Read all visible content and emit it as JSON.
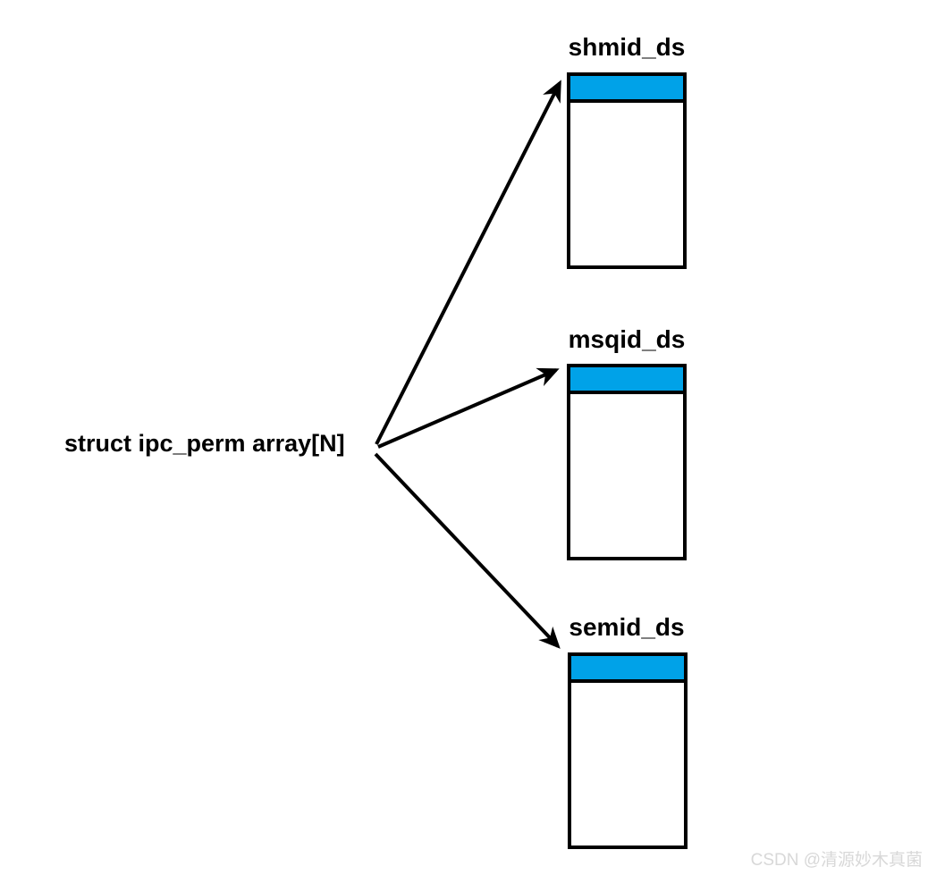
{
  "diagram": {
    "source_label": "struct ipc_perm array[N]",
    "structs": [
      {
        "title": "shmid_ds"
      },
      {
        "title": "msqid_ds"
      },
      {
        "title": "semid_ds"
      }
    ],
    "colors": {
      "header_fill": "#00A2E8",
      "line": "#000000",
      "box_fill": "#FFFFFF"
    }
  },
  "watermark": {
    "text": "CSDN @清源妙木真菌",
    "color": "#D8D8D8"
  }
}
